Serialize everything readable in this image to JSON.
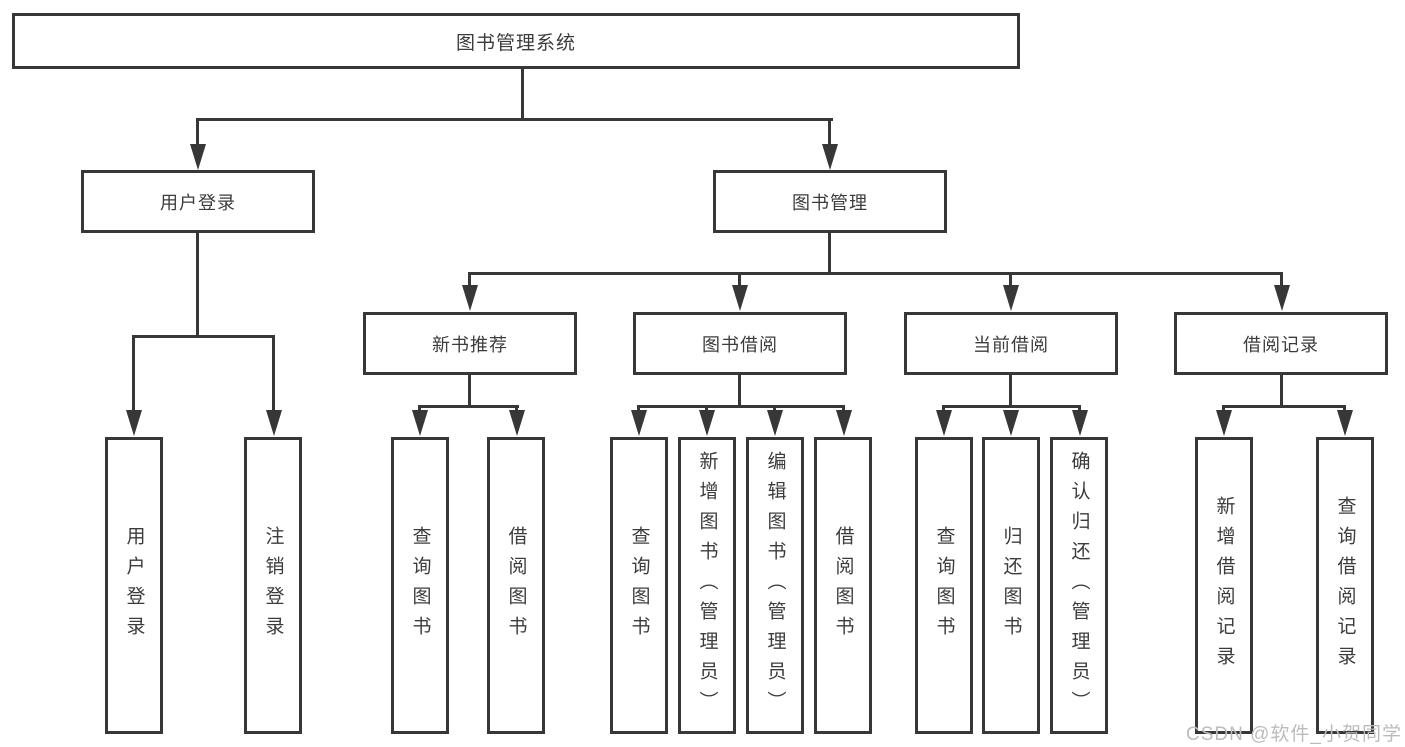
{
  "diagram": {
    "title": "图书管理系统",
    "level2": {
      "user_login": "用户登录",
      "book_management": "图书管理"
    },
    "level3": {
      "new_book_recommend": "新书推荐",
      "book_borrow": "图书借阅",
      "current_borrow": "当前借阅",
      "borrow_record": "借阅记录"
    },
    "leaves": {
      "user_login": [
        "用户登录",
        "注销登录"
      ],
      "new_book_recommend": [
        "查询图书",
        "借阅图书"
      ],
      "book_borrow": [
        "查询图书",
        "新增图书（管理员）",
        "编辑图书（管理员）",
        "借阅图书"
      ],
      "current_borrow": [
        "查询图书",
        "归还图书",
        "确认归还（管理员）"
      ],
      "borrow_record": [
        "新增借阅记录",
        "查询借阅记录"
      ]
    }
  },
  "watermark": "CSDN @软件_小贺同学",
  "colors": {
    "line": "#373737",
    "text": "#3c3c3c",
    "watermark": "#bcbcbc",
    "background": "#ffffff"
  }
}
